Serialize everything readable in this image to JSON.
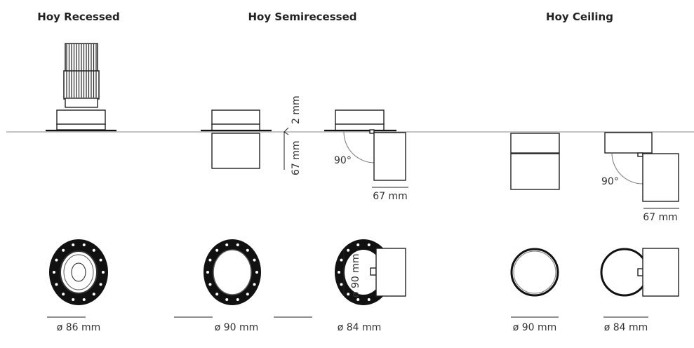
{
  "titles": {
    "recessed": "Hoy Recessed",
    "semirecessed": "Hoy Semirecessed",
    "ceiling": "Hoy Ceiling"
  },
  "dimensions": {
    "semi_flange": "2 mm",
    "semi_height": "67 mm",
    "semi_tilt_angle": "90°",
    "semi_tilt_width": "67 mm",
    "semi_head_diameter": "ø 90 mm",
    "ceiling_tilt_angle": "90°",
    "ceiling_tilt_width": "67 mm"
  },
  "diameters": {
    "recessed": "ø 86 mm",
    "semirecessed_fixed": "ø 90 mm",
    "semirecessed_adjustable": "ø 84 mm",
    "ceiling_fixed": "ø 90 mm",
    "ceiling_adjustable": "ø 84 mm"
  }
}
